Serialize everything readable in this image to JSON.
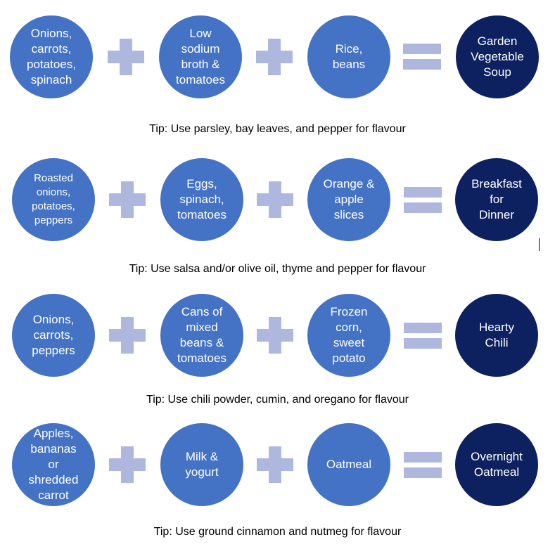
{
  "colors": {
    "ingredient": "#4472c4",
    "result": "#0d2160",
    "operator": "#aeb8df",
    "text": "#ffffff"
  },
  "recipes": [
    {
      "ingredients": [
        "Onions,\ncarrots,\npotatoes,\nspinach",
        "Low\nsodium\nbroth &\ntomatoes",
        "Rice,\nbeans"
      ],
      "result": "Garden\nVegetable\nSoup",
      "tip": "Tip: Use parsley, bay leaves, and pepper for flavour"
    },
    {
      "ingredients": [
        "Roasted\nonions,\npotatoes,\npeppers",
        "Eggs,\nspinach,\ntomatoes",
        "Orange &\napple\nslices"
      ],
      "result": "Breakfast\nfor\nDinner",
      "tip": "Tip: Use salsa and/or olive oil, thyme and pepper for flavour"
    },
    {
      "ingredients": [
        "Onions,\ncarrots,\npeppers",
        "Cans of\nmixed\nbeans &\ntomatoes",
        "Frozen\ncorn,\nsweet\npotato"
      ],
      "result": "Hearty\nChili",
      "tip": "Tip: Use chili powder, cumin, and oregano for flavour"
    },
    {
      "ingredients": [
        "Apples,\nbananas\nor\nshredded\ncarrot",
        "Milk &\nyogurt",
        "Oatmeal"
      ],
      "result": "Overnight\nOatmeal",
      "tip": "Tip: Use ground cinnamon and nutmeg for flavour"
    }
  ]
}
